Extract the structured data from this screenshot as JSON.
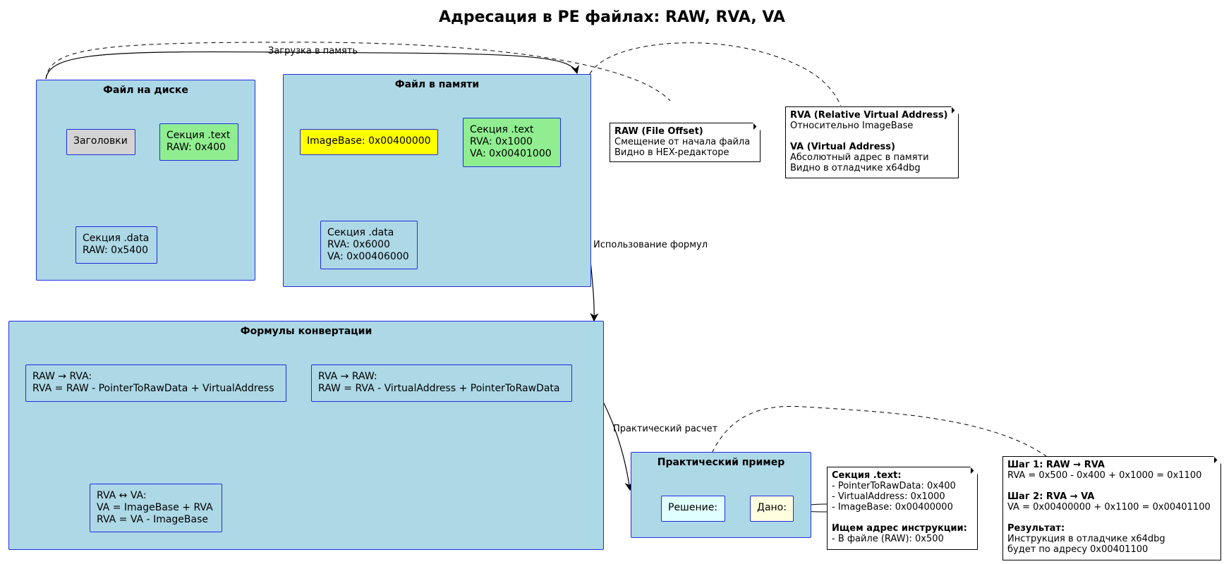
{
  "title": "Адресация в PE файлах: RAW, RVA, VA",
  "packages": {
    "disk": {
      "title": "Файл на диске",
      "headers": "Заголовки",
      "text_section": [
        "Секция .text",
        "RAW: 0x400"
      ],
      "data_section": [
        "Секция .data",
        "RAW: 0x5400"
      ]
    },
    "memory": {
      "title": "Файл в памяти",
      "imagebase": "ImageBase: 0x00400000",
      "text_section": [
        "Секция .text",
        "RVA: 0x1000",
        "VA: 0x00401000"
      ],
      "data_section": [
        "Секция .data",
        "RVA: 0x6000",
        "VA: 0x00406000"
      ]
    },
    "formulas": {
      "title": "Формулы конвертации",
      "raw_to_rva": [
        "RAW → RVA:",
        "RVA = RAW - PointerToRawData + VirtualAddress"
      ],
      "rva_to_raw": [
        "RVA → RAW:",
        "RAW = RVA - VirtualAddress + PointerToRawData"
      ],
      "rva_va": [
        "RVA ↔ VA:",
        "VA = ImageBase + RVA",
        "RVA = VA - ImageBase"
      ]
    },
    "example": {
      "title": "Практический пример",
      "solution": "Решение:",
      "given": "Дано:"
    }
  },
  "notes": {
    "raw": {
      "heading": "RAW (File Offset)",
      "lines": [
        "Смещение от начала файла",
        "Видно в HEX-редакторе"
      ]
    },
    "rva_va": {
      "rva_heading": "RVA (Relative Virtual Address)",
      "rva_lines": [
        "Относительно ImageBase"
      ],
      "va_heading": "VA (Virtual Address)",
      "va_lines": [
        "Абсолютный адрес в памяти",
        "Видно в отладчике x64dbg"
      ]
    },
    "given": {
      "heading1": "Секция .text:",
      "lines1": [
        "- PointerToRawData: 0x400",
        "- VirtualAddress: 0x1000",
        "- ImageBase: 0x00400000"
      ],
      "heading2": "Ищем адрес инструкции:",
      "lines2": [
        "- В файле (RAW): 0x500"
      ]
    },
    "solution": {
      "step1_heading": "Шаг 1: RAW → RVA",
      "step1_line": "RVA = 0x500 - 0x400 + 0x1000 = 0x1100",
      "step2_heading": "Шаг 2: RVA → VA",
      "step2_line": "VA = 0x00400000 + 0x1100 = 0x00401100",
      "result_heading": "Результат:",
      "result_lines": [
        "Инструкция в отладчике x64dbg",
        "будет по адресу 0x00401100"
      ]
    }
  },
  "edges": {
    "load": "Загрузка в память",
    "formulas": "Использование формул",
    "practical": "Практический расчет"
  },
  "colors": {
    "package_fill": "#add8e6",
    "border": "#1f2ee0",
    "headers_fill": "#d3d3d3",
    "section_fill": "#90ee90",
    "imagebase_fill": "#ffff00",
    "solution_fill": "#e0ffff",
    "given_fill": "#ffffe0"
  }
}
